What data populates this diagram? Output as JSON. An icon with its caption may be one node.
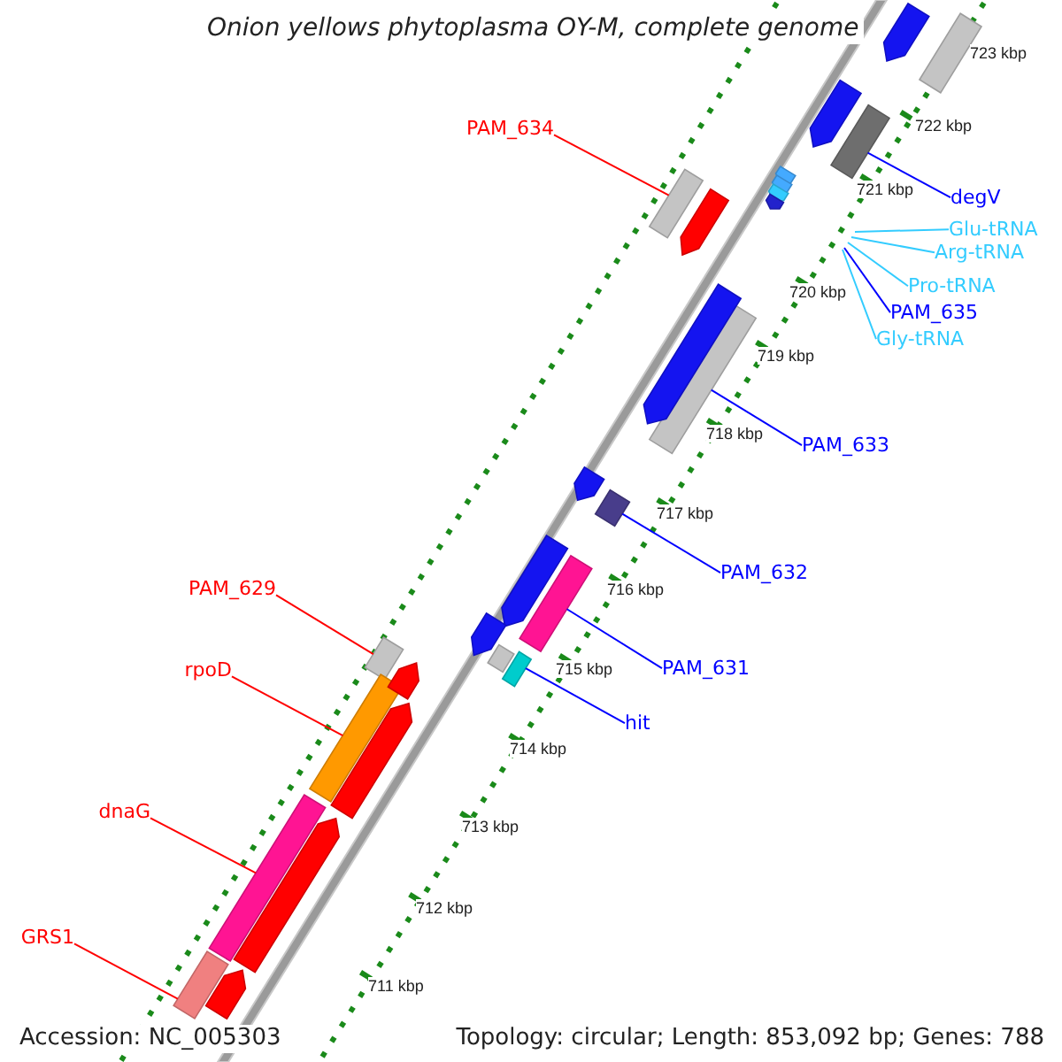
{
  "diagram": {
    "title": "Onion yellows phytoplasma OY-M, complete genome",
    "nodes": [
      {
        "text": [
          "PAM_634"
        ]
      },
      {
        "text": [],
        "shape": "bar"
      },
      {
        "text": [
          "degV"
        ]
      },
      {
        "text": [],
        "shape": "bar"
      },
      {
        "text": [
          "Glu-tRNA"
        ]
      },
      {
        "text": [
          "Arg-tRNA"
        ]
      },
      {
        "text": [
          "Pro-tRNA"
        ]
      },
      {
        "text": [
          "PAM_635"
        ]
      },
      {
        "text": [
          "Gly-tRNA"
        ]
      },
      {
        "text": [
          "PAM_633"
        ]
      },
      {
        "text": [],
        "shape": "bar"
      },
      {
        "text": [
          "PAM_632"
        ]
      },
      {
        "text": [],
        "shape": "bar"
      },
      {
        "text": [
          "PAM_631"
        ]
      },
      {
        "text": [],
        "shape": "bar"
      },
      {
        "text": [
          "hit"
        ]
      },
      {
        "text": [],
        "shape": "bar"
      },
      {
        "text": [
          "PAM_629"
        ]
      },
      {
        "text": [],
        "shape": "bar"
      },
      {
        "text": [
          "rpoD"
        ]
      },
      {
        "text": [],
        "shape": "bar"
      },
      {
        "text": [
          "dnaG"
        ]
      },
      {
        "text": [],
        "shape": "bar"
      },
      {
        "text": [
          "GRS1"
        ]
      },
      {
        "text": [],
        "shape": "bar"
      },
      {
        "text": [],
        "shape": "bar"
      },
      {
        "text": [],
        "shape": "bar"
      },
      {
        "text": [],
        "shape": "bar"
      },
      {
        "text": [],
        "shape": "bar"
      },
      {
        "text": [],
        "shape": "bar"
      },
      {
        "text": [],
        "shape": "bar"
      },
      {
        "text": [],
        "shape": "bar"
      },
      {
        "text": [],
        "shape": "bar"
      },
      {
        "text": [],
        "shape": "bar"
      },
      {
        "text": [],
        "shape": "bar"
      },
      {
        "text": [],
        "shape": "bar"
      },
      {
        "text": [],
        "shape": "bar"
      },
      {
        "text": [],
        "shape": "bar"
      },
      {
        "text": [],
        "shape": "bar"
      },
      {
        "text": [],
        "shape": "bar"
      },
      {
        "text": [],
        "shape": "bar"
      },
      {
        "text": [],
        "shape": "bar"
      }
    ],
    "edges": [
      {
        "from": 0,
        "to": 1,
        "arrow": "none",
        "color": "#ff0000"
      },
      {
        "from": 2,
        "to": 3,
        "arrow": "none"
      },
      {
        "from": 4,
        "to": null,
        "arrow": "none",
        "color": "#33ccff"
      },
      {
        "from": 5,
        "to": null,
        "arrow": "none",
        "color": "#33ccff"
      },
      {
        "from": 6,
        "to": null,
        "arrow": "none",
        "color": "#33ccff"
      },
      {
        "from": 7,
        "to": null,
        "arrow": "none"
      },
      {
        "from": 8,
        "to": null,
        "arrow": "none",
        "color": "#33ccff"
      },
      {
        "from": 9,
        "to": 10,
        "arrow": "none"
      },
      {
        "from": 11,
        "to": 12,
        "arrow": "none"
      },
      {
        "from": 13,
        "to": 14,
        "arrow": "none"
      },
      {
        "from": 15,
        "to": 16,
        "arrow": "none"
      },
      {
        "from": 17,
        "to": 18,
        "arrow": "none",
        "color": "#ff0000"
      },
      {
        "from": 19,
        "to": 20,
        "arrow": "none",
        "color": "#ff0000"
      },
      {
        "from": 21,
        "to": 22,
        "arrow": "none",
        "color": "#ff0000"
      },
      {
        "from": 23,
        "to": 24,
        "arrow": "none",
        "color": "#ff0000"
      }
    ],
    "labels": [
      "723 kbp",
      "722 kbp",
      "721 kbp",
      "720 kbp",
      "719 kbp",
      "718 kbp",
      "717 kbp",
      "716 kbp",
      "715 kbp",
      "714 kbp",
      "713 kbp",
      "712 kbp",
      "711 kbp",
      "Accession: NC_005303",
      "Topology: circular; Length: 853,092 bp; Genes: 788"
    ]
  }
}
